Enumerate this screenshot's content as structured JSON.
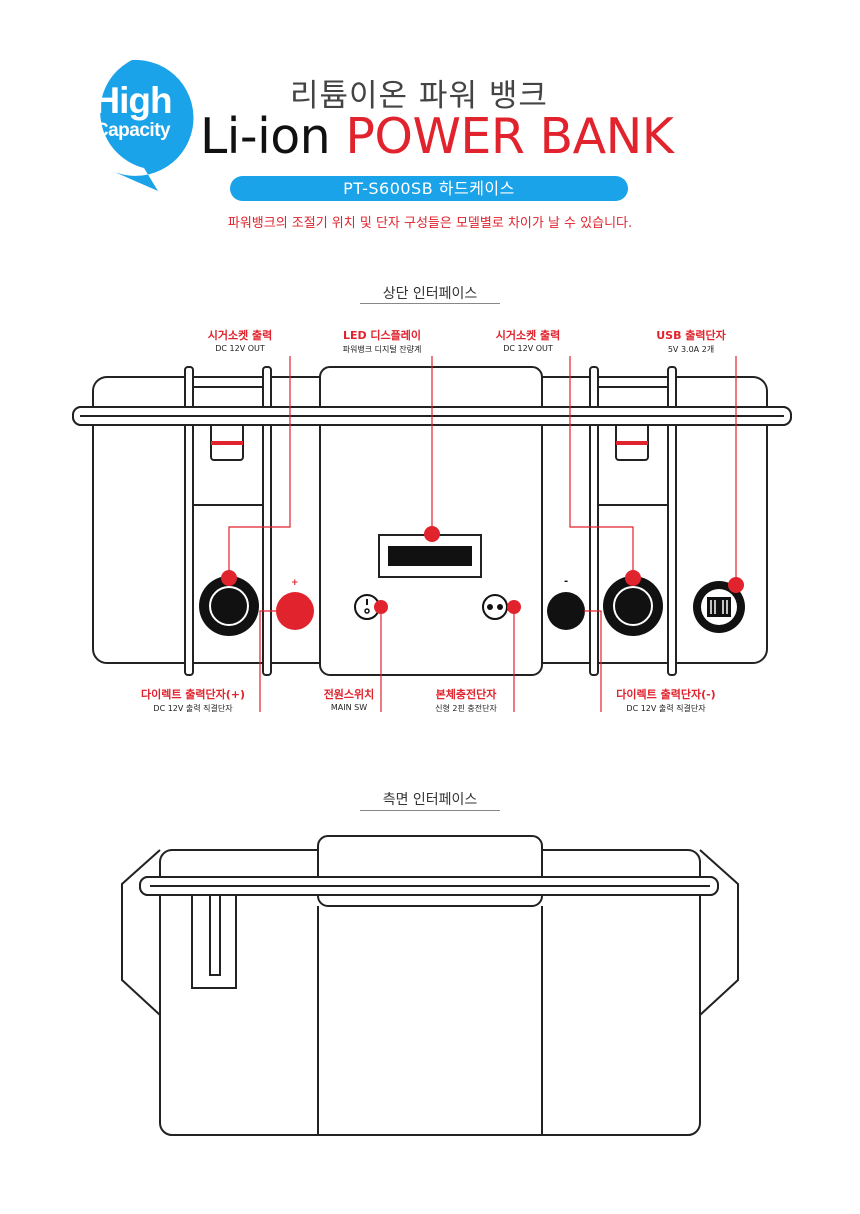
{
  "header": {
    "badge_line1": "High",
    "badge_line2": "Capacity",
    "title_korean": "리튬이온 파워 뱅크",
    "title_english_black": "Li-ion",
    "title_english_red": "POWER BANK",
    "model_label": "PT-S600SB 하드케이스",
    "notice": "파워뱅크의 조절기 위치 및 단자 구성들은 모델별로 차이가 날 수 있습니다."
  },
  "top_interface": {
    "section_title": "상단 인터페이스",
    "plus_sign": "+",
    "minus_sign": "-",
    "callouts_top": [
      {
        "title": "시거소켓 출력",
        "sub": "DC 12V OUT"
      },
      {
        "title": "LED 디스플레이",
        "sub": "파워뱅크 디지털 잔량계"
      },
      {
        "title": "시거소켓 출력",
        "sub": "DC 12V OUT"
      },
      {
        "title": "USB 출력단자",
        "sub": "5V 3.0A 2개"
      }
    ],
    "callouts_bottom": [
      {
        "title": "다이렉트 출력단자(+)",
        "sub": "DC 12V 출력 직결단자"
      },
      {
        "title": "전원스위치",
        "sub": "MAIN SW"
      },
      {
        "title": "본체충전단자",
        "sub": "신형 2핀 충전단자"
      },
      {
        "title": "다이렉트 출력단자(-)",
        "sub": "DC 12V 출력 직결단자"
      }
    ]
  },
  "side_interface": {
    "section_title": "측면 인터페이스"
  },
  "colors": {
    "accent_red": "#e0232d",
    "badge_blue": "#1aa3e8",
    "line": "#222222"
  }
}
